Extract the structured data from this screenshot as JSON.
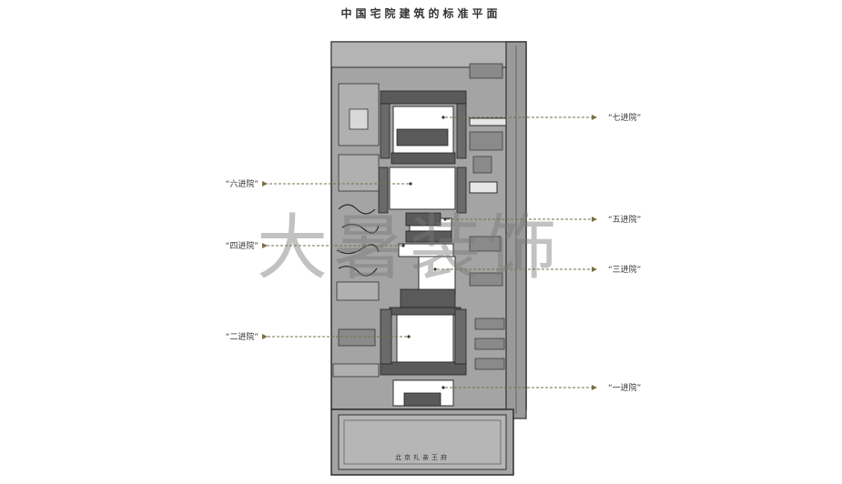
{
  "title": "中国宅院建筑的标准平面",
  "watermark": "大暑装饰",
  "plan_caption": "北京礼亲王府",
  "callouts": {
    "c7": "“七进院”",
    "c6": "“六进院”",
    "c5": "“五进院”",
    "c4": "“四进院”",
    "c3": "“三进院”",
    "c2": "“二进院”",
    "c1": "“一进院”"
  },
  "colors": {
    "plan_fill": "#a4a4a4",
    "wall": "#2e2e2e",
    "courtyard": "#ffffff",
    "leader": "#7a6e4a"
  }
}
